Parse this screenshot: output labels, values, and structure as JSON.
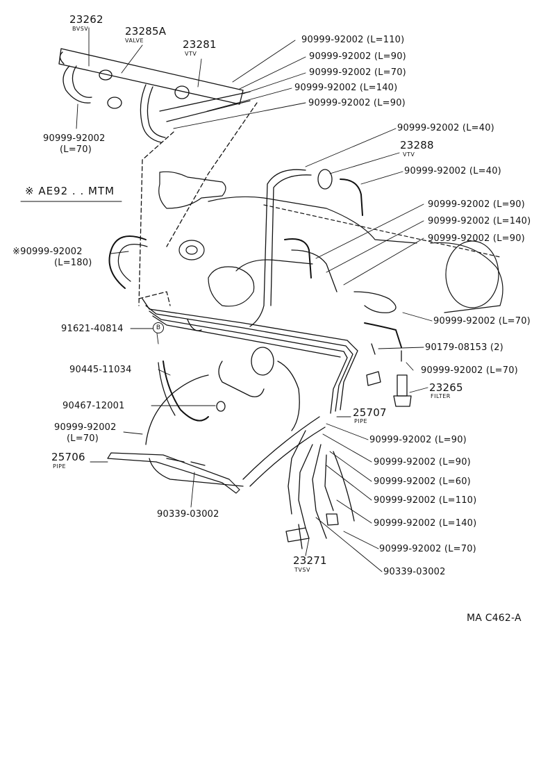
{
  "page": {
    "variant_label": "※ AE92 . . MTM",
    "diagram_code": "MA C462-A",
    "bolt_marker": "B"
  },
  "labels": {
    "bvsv_part": "23262",
    "bvsv_name": "BVSV",
    "valve_part": "23285A",
    "valve_name": "VALVE",
    "vtv_top_part": "23281",
    "vtv_top_name": "VTV",
    "hose_top_1": "90999-92002 (L=110)",
    "hose_top_2": "90999-92002 (L=90)",
    "hose_top_3": "90999-92002 (L=70)",
    "hose_top_4": "90999-92002 (L=140)",
    "hose_top_5": "90999-92002 (L=90)",
    "hose_left_top_part": "90999-92002",
    "hose_left_top_len": "(L=70)",
    "hose_r1": "90999-92002 (L=40)",
    "vtv_mid_part": "23288",
    "vtv_mid_name": "VTV",
    "hose_r2": "90999-92002 (L=40)",
    "hose_r3": "90999-92002 (L=90)",
    "hose_r4": "90999-92002 (L=140)",
    "hose_r5": "90999-92002 (L=90)",
    "hose_left_mid_part": "※90999-92002",
    "hose_left_mid_len": "(L=180)",
    "hose_r6": "90999-92002 (L=70)",
    "bolt_part": "91621-40814",
    "nut_part": "90179-08153 (2)",
    "hose_r7": "90999-92002 (L=70)",
    "hose_90445": "90445-11034",
    "filter_part": "23265",
    "filter_name": "FILTER",
    "clip_part": "90467-12001",
    "pipe_25707_part": "25707",
    "pipe_25707_name": "PIPE",
    "hose_left_low_part": "90999-92002",
    "hose_left_low_len": "(L=70)",
    "hose_b1": "90999-92002 (L=90)",
    "pipe_25706_part": "25706",
    "pipe_25706_name": "PIPE",
    "hose_b2": "90999-92002 (L=90)",
    "hose_b3": "90999-92002 (L=60)",
    "hose_b4": "90999-92002 (L=110)",
    "plug_left": "90339-03002",
    "hose_b5": "90999-92002 (L=140)",
    "hose_b6": "90999-92002 (L=70)",
    "tvsv_part": "23271",
    "tvsv_name": "TVSV",
    "plug_right": "90339-03002"
  }
}
